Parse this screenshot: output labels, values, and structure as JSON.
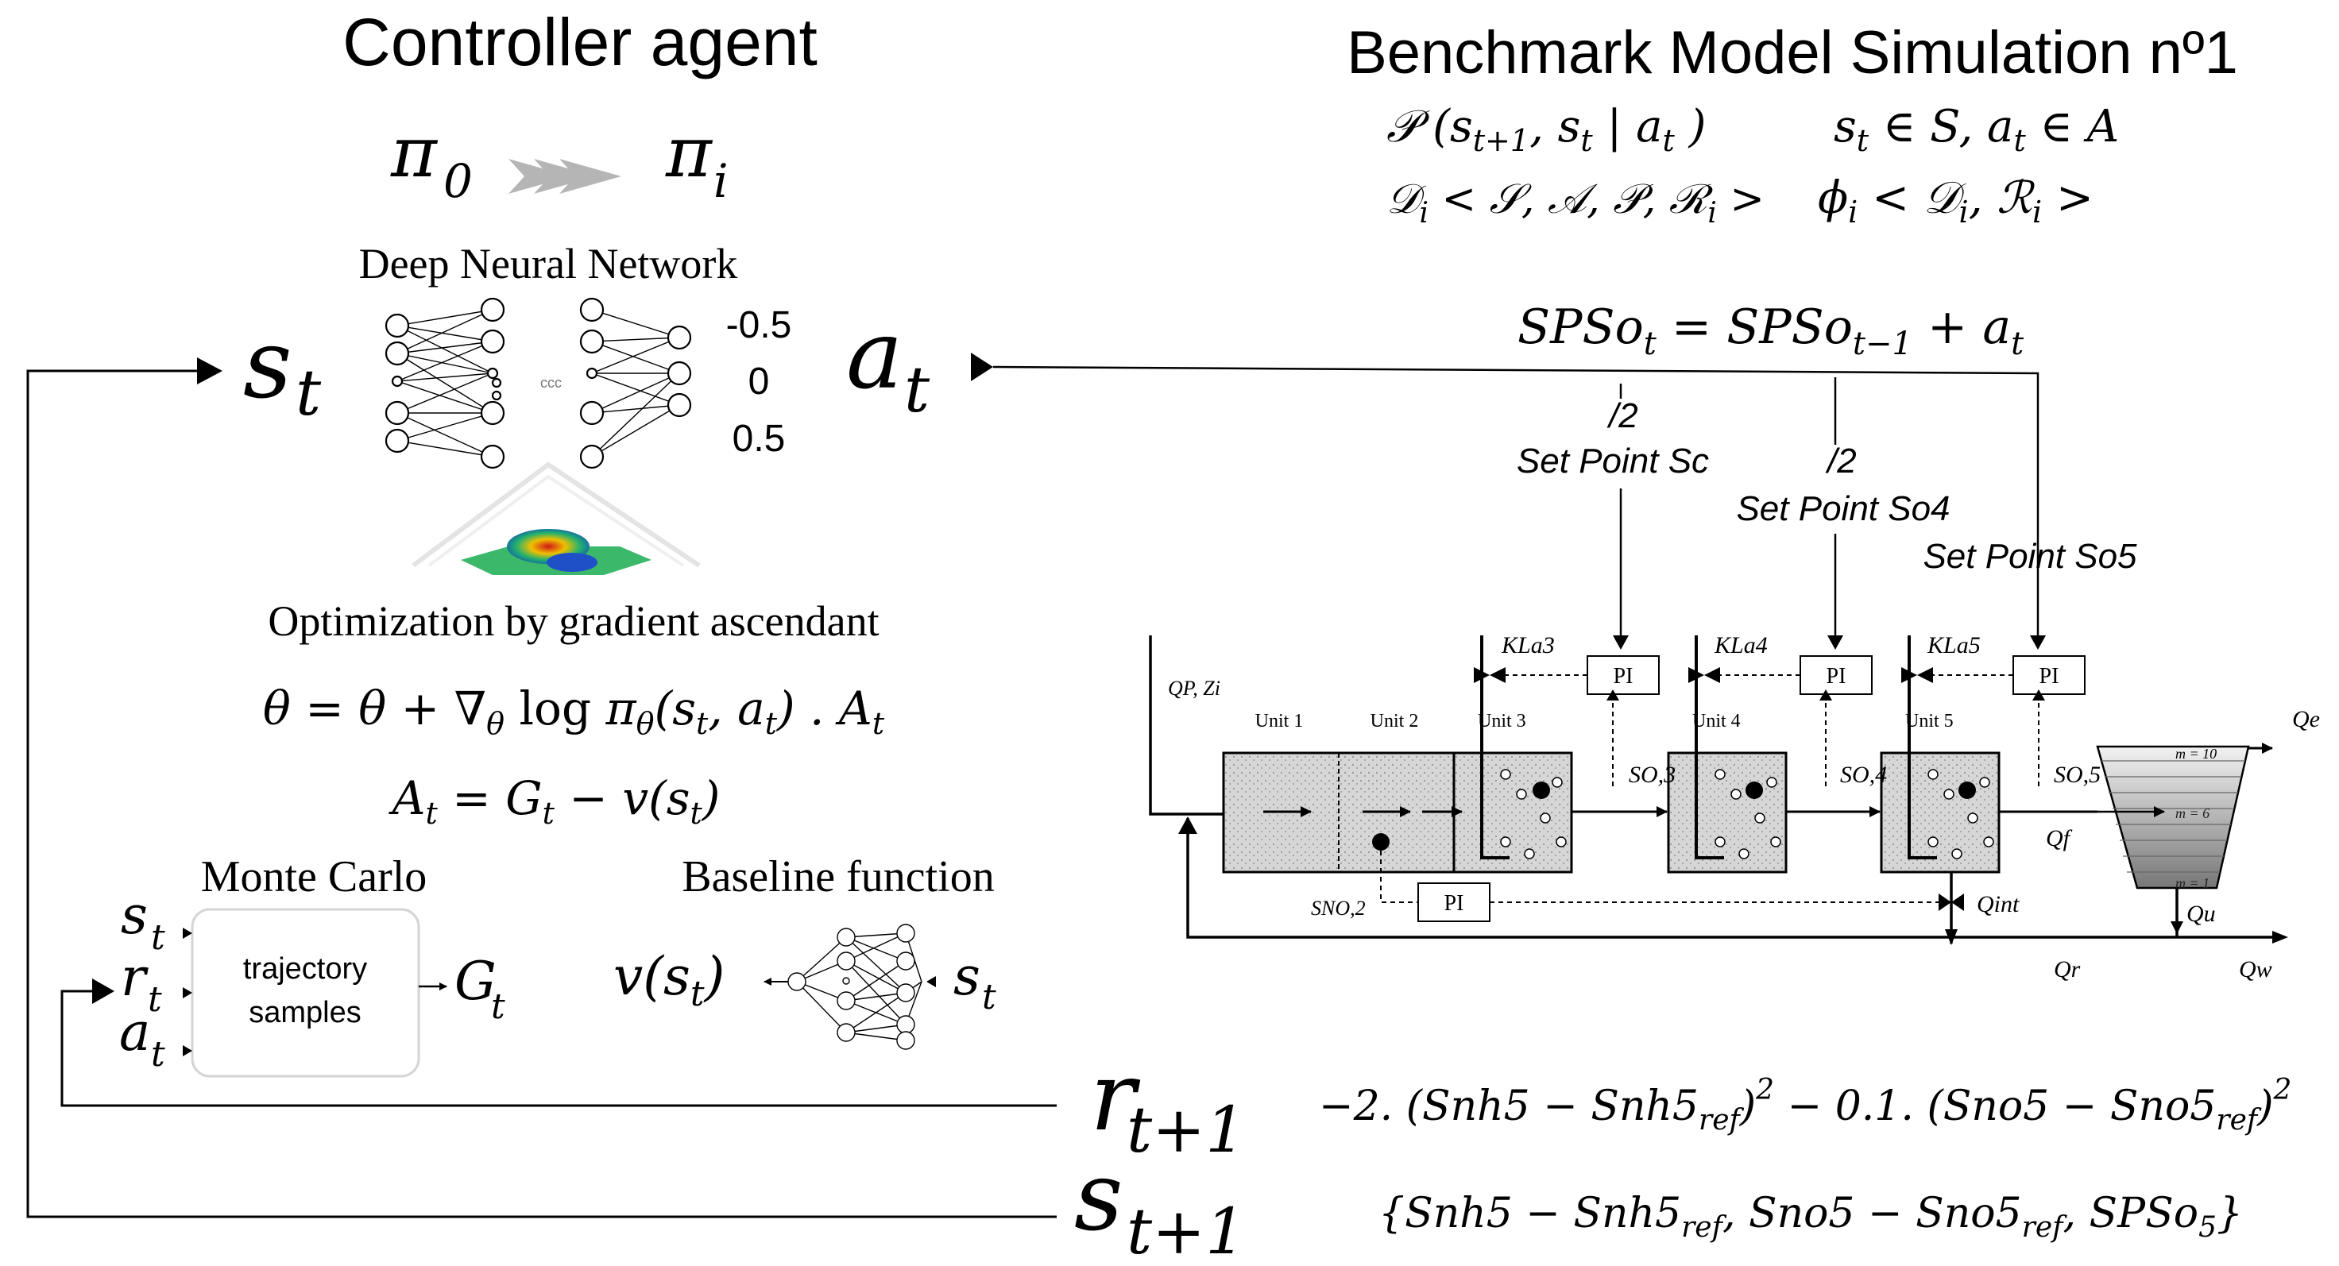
{
  "controller": {
    "title": "Controller agent",
    "pi0": "π",
    "pi0_sub": "0",
    "pii": "π",
    "pii_sub": "i",
    "dnn_label": "Deep Neural Network",
    "outputs": [
      "-0.5",
      "0",
      "0.5"
    ],
    "optimization_label": "Optimization by gradient ascendant",
    "update_rule": "θ = θ + ∇θ log πθ(st, at) . At",
    "advantage": "At = Gt − v(st)",
    "monte_carlo_label": "Monte Carlo",
    "trajectory_box": [
      "trajectory",
      "samples"
    ],
    "gt": "G",
    "gt_sub": "t",
    "baseline_label": "Baseline function",
    "baseline_expr": "v(st)",
    "baseline_input": "s",
    "baseline_input_sub": "t",
    "mc_inputs": [
      {
        "main": "s",
        "sub": "t"
      },
      {
        "main": "r",
        "sub": "t"
      },
      {
        "main": "a",
        "sub": "t"
      }
    ]
  },
  "signals": {
    "state_in": {
      "main": "s",
      "sub": "t"
    },
    "action_out": {
      "main": "a",
      "sub": "t"
    },
    "reward_next": {
      "main": "r",
      "sub": "t+1"
    },
    "state_next": {
      "main": "s",
      "sub": "t+1"
    }
  },
  "benchmark": {
    "title": "Benchmark Model Simulation nº1",
    "transition": "𝒫 (st+1, st | at )",
    "spaces": "st ∈ S, at ∈ A",
    "mdp": "𝒟i < 𝒮, 𝒜, 𝒫, ℛi >",
    "phi": "ϕi < 𝒟i, ℛi >",
    "sp_update": "SPSot = SPSot−1 + at",
    "div_labels": [
      "/2",
      "/2"
    ],
    "setpoints": [
      "Set Point Sc",
      "Set Point So4",
      "Set Point So5"
    ],
    "reward_expr": "−2. (Snh5 − Snh5ref)² − 0.1. (Sno5 − Sno5ref)²",
    "state_expr": "{Snh5 − Snh5ref, Sno5 − Sno5ref, SPSo5}"
  },
  "plant": {
    "inflow": "QP, Zi",
    "units": [
      "Unit 1",
      "Unit 2",
      "Unit 3",
      "Unit 4",
      "Unit 5"
    ],
    "pi_label": "PI",
    "kla": [
      "KLa3",
      "KLa4",
      "KLa5"
    ],
    "so_labels": [
      "SO,3",
      "SO,4",
      "SO,5"
    ],
    "sno2": "SNO,2",
    "qe": "Qe",
    "qf": "Qf",
    "qint": "Qint",
    "qu": "Qu",
    "qr": "Qr",
    "qw": "Qw",
    "settler_layers": [
      "m = 10",
      "m = 6",
      "m = 1"
    ]
  }
}
